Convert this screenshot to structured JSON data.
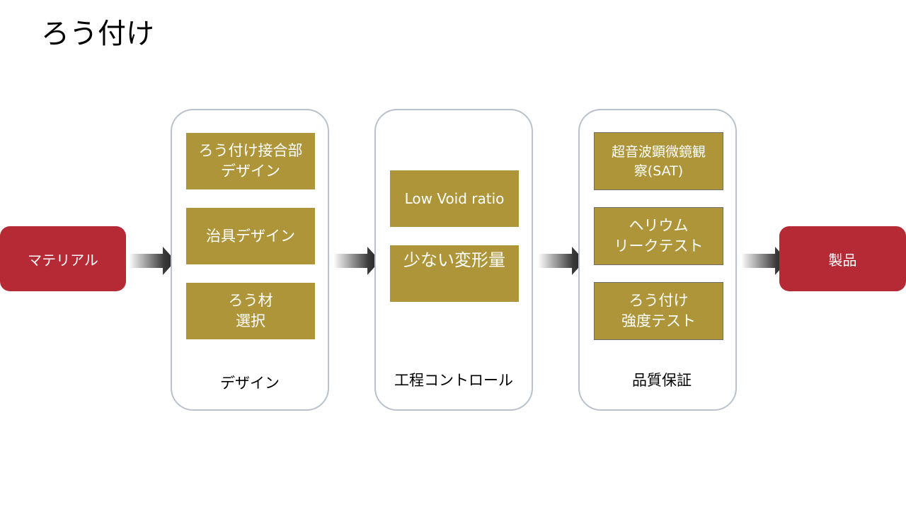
{
  "title": "ろう付け",
  "start": {
    "label": "マテリアル"
  },
  "end": {
    "label": "製品"
  },
  "stages": [
    {
      "label": "デザイン",
      "items": [
        "ろう付け接合部\nデザイン",
        "治具デザイン",
        "ろう材\n選択"
      ]
    },
    {
      "label": "工程コントロール",
      "items": [
        "Low Void ratio",
        "少ない変形量"
      ]
    },
    {
      "label": "品質保証",
      "items": [
        "超音波顕微鏡観\n察(SAT)",
        "ヘリウム\nリークテスト",
        "ろう付け\n強度テスト"
      ]
    }
  ],
  "colors": {
    "endpoint": "#b52a35",
    "item": "#ae9539",
    "panel_border": "#b8c1cc"
  }
}
